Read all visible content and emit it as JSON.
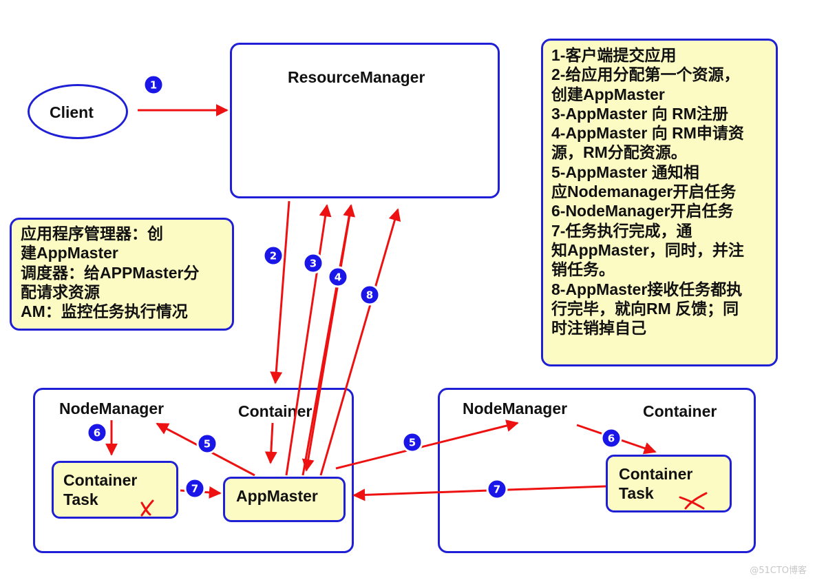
{
  "client": {
    "label": "Client"
  },
  "resource_manager": {
    "label": "ResourceManager"
  },
  "roles_note": {
    "lines": [
      "应用程序管理器：创",
      "建AppMaster",
      "调度器：给APPMaster分",
      "配请求资源",
      "AM：监控任务执行情况"
    ]
  },
  "steps_note": {
    "lines": [
      "1-客户端提交应用",
      "2-给应用分配第一个资源，",
      "创建AppMaster",
      "3-AppMaster 向 RM注册",
      "4-AppMaster 向 RM申请资",
      "源，RM分配资源。",
      "5-AppMaster 通知相",
      "应Nodemanager开启任务",
      "6-NodeManager开启任务",
      "7-任务执行完成，通",
      "知AppMaster，同时，并注",
      "销任务。",
      "8-AppMaster接收任务都执",
      "行完毕，就向RM 反馈；同",
      "时注销掉自己"
    ]
  },
  "left_node": {
    "nodemanager_label": "NodeManager",
    "container_label": "Container",
    "task_lines": [
      "Container",
      "Task"
    ],
    "appmaster_label": "AppMaster"
  },
  "right_node": {
    "nodemanager_label": "NodeManager",
    "container_label": "Container",
    "task_lines": [
      "Container",
      "Task"
    ]
  },
  "step_numbers": {
    "n1": "1",
    "n2": "2",
    "n3": "3",
    "n4": "4",
    "n5a": "5",
    "n5b": "5",
    "n6a": "6",
    "n6b": "6",
    "n7a": "7",
    "n7b": "7",
    "n8": "8"
  },
  "watermark": "@51CTO博客",
  "colors": {
    "border": "#1f1fd6",
    "note_fill": "#fdfbc4",
    "arrow": "#ee1111",
    "badge": "#1a16e8"
  }
}
